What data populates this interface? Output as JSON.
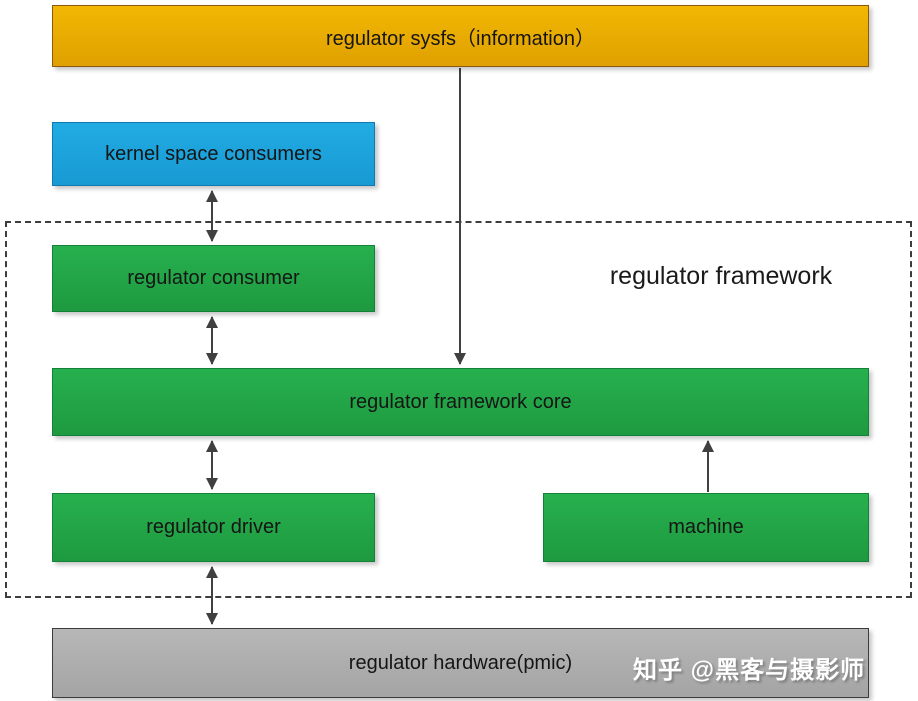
{
  "diagram": {
    "title_context": "Linux regulator framework architecture diagram",
    "nodes": {
      "sysfs": {
        "label": "regulator sysfs（information）",
        "color": "#e8ab00"
      },
      "kernel_consumers": {
        "label": "kernel space consumers",
        "color": "#1ca6df"
      },
      "regulator_consumer": {
        "label": "regulator consumer",
        "color": "#22a648"
      },
      "framework_core": {
        "label": "regulator framework core",
        "color": "#22a648"
      },
      "regulator_driver": {
        "label": "regulator driver",
        "color": "#22a648"
      },
      "machine": {
        "label": "machine",
        "color": "#22a648"
      },
      "hardware": {
        "label": "regulator hardware(pmic)",
        "color": "#acacac"
      }
    },
    "framework_group": {
      "label": "regulator framework",
      "border_style": "dashed"
    },
    "edges": [
      {
        "from": "kernel_consumers",
        "to": "regulator_consumer",
        "direction": "both"
      },
      {
        "from": "regulator_consumer",
        "to": "framework_core",
        "direction": "both"
      },
      {
        "from": "sysfs",
        "to": "framework_core",
        "direction": "down"
      },
      {
        "from": "framework_core",
        "to": "regulator_driver",
        "direction": "both"
      },
      {
        "from": "machine",
        "to": "framework_core",
        "direction": "up"
      },
      {
        "from": "regulator_driver",
        "to": "hardware",
        "direction": "both"
      }
    ],
    "arrow_color": "#404040",
    "watermark": {
      "text": "知乎 @黑客与摄影师"
    }
  }
}
